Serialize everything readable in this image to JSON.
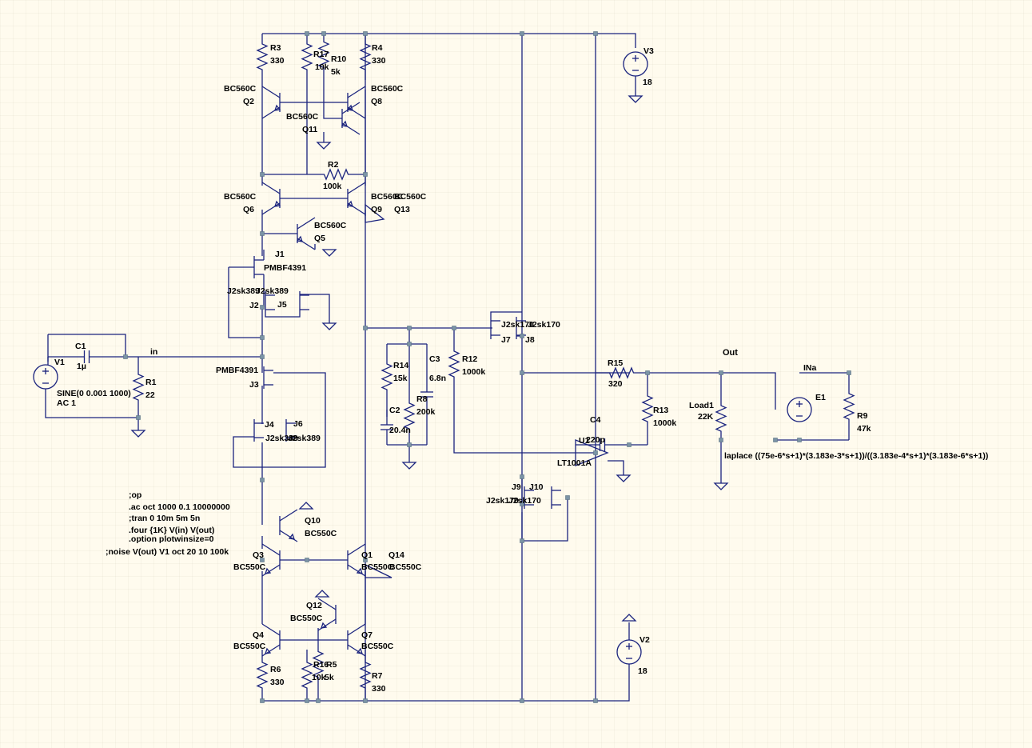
{
  "labels": {
    "R3": "R3",
    "R3v": "330",
    "R17": "R17",
    "R17v": "10k",
    "R10": "R10",
    "R10v": "5k",
    "R4": "R4",
    "R4v": "330",
    "V3": "V3",
    "V3v": "18",
    "Q2m": "BC560C",
    "Q2": "Q2",
    "Q8m": "BC560C",
    "Q8": "Q8",
    "Q11m": "BC560C",
    "Q11": "Q11",
    "R2": "R2",
    "R2v": "100k",
    "Q6m": "BC560C",
    "Q6": "Q6",
    "Q9m": "BC560C",
    "Q13m": "BC560C",
    "Q9": "Q9",
    "Q13": "Q13",
    "Q5m": "BC560C",
    "Q5": "Q5",
    "J1": "J1",
    "J1m": "PMBF4391",
    "J2m": "J2sk389",
    "J5m": "J2sk389",
    "J2": "J2",
    "J5": "J5",
    "J7m": "J2sk170",
    "J8m": "J2sk170",
    "J7": "J7",
    "J8": "J8",
    "C1": "C1",
    "C1v": "1µ",
    "V1": "V1",
    "in": "in",
    "R1": "R1",
    "R1v": "22",
    "V1s1": "SINE(0 0.001 1000)",
    "V1s2": "AC 1",
    "R14": "R14",
    "R14v": "15k",
    "C3": "C3",
    "C3v": "6.8n",
    "R12": "R12",
    "R12v": "1000k",
    "R8": "R8",
    "R8v": "200k",
    "C2": "C2",
    "C2v": "20.4n",
    "J3m": "PMBF4391",
    "J3": "J3",
    "J4": "J4",
    "J6": "J6",
    "J4m": "J2sk389",
    "J6m": "J2sk389",
    "Out": "Out",
    "INa": "INa",
    "R15": "R15",
    "R15v": "320",
    "Load1": "Load1",
    "Load1v": "22K",
    "E1": "E1",
    "R13": "R13",
    "R13v": "1000k",
    "R9": "R9",
    "R9v": "47k",
    "C4": "C4",
    "C4v": "220p",
    "U1": "U1",
    "U1m": "LT1001A",
    "laplace": "laplace ((75e-6*s+1)*(3.183e-3*s+1))/((3.183e-4*s+1)*(3.183e-6*s+1))",
    "J9": "J9",
    "J10": "J10",
    "J9m": "J2sk170",
    "J10m": "J2sk170",
    "Q10": "Q10",
    "Q10m": "BC550C",
    "Q3": "Q3",
    "Q3m": "BC550C",
    "Q1": "Q1",
    "Q14": "Q14",
    "Q1m": "BC550C",
    "Q14m": "BC550C",
    "Q12": "Q12",
    "Q12m": "BC550C",
    "Q4": "Q4",
    "Q4m": "BC550C",
    "Q7": "Q7",
    "Q7m": "BC550C",
    "R6": "R6",
    "R6v": "330",
    "R16": "R16",
    "R16v": "10k",
    "R5": "R5",
    "R5v": "5k",
    "R7": "R7",
    "R7v": "330",
    "V2": "V2",
    "V2v": "18"
  },
  "directives": [
    ";op",
    ".ac oct 1000 0.1 10000000",
    ";tran 0 10m 5m 5n",
    ".four {1K} V(in) V(out)",
    ".option plotwinsize=0",
    ";noise V(out) V1 oct 20 10 100k"
  ]
}
